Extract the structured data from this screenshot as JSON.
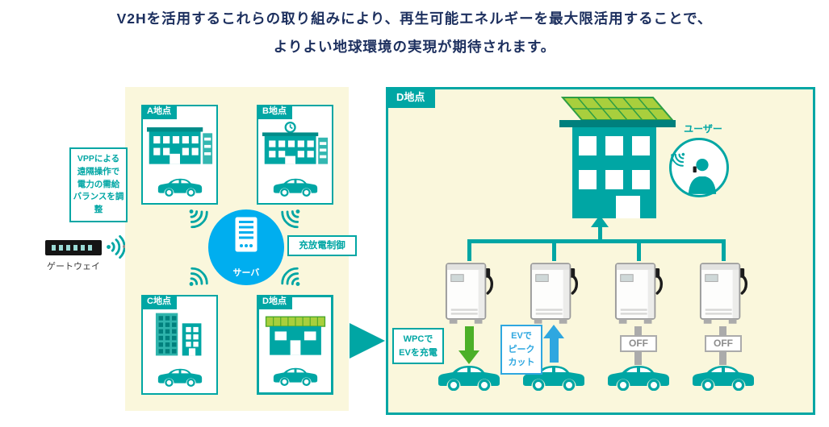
{
  "title": {
    "line1": "V2Hを活用するこれらの取り組みにより、再生可能エネルギーを最大限活用することで、",
    "line2": "よりよい地球環境の実現が期待されます。"
  },
  "colors": {
    "teal": "#00A6A4",
    "panel_background": "#FAF7DC",
    "title_navy": "#1C2F5E",
    "server_blue": "#00AEEF",
    "charge_green": "#4CB028",
    "discharge_blue": "#2EA7E0",
    "off_gray": "#ABABAB",
    "solar_green": "#A8CF3D"
  },
  "left_side": {
    "vpp_note": "VPPによる\n遠隔操作で\n電力の需給\nバランスを調整",
    "gateway_label": "ゲートウェイ"
  },
  "left_panel": {
    "locations": [
      {
        "label": "A地点"
      },
      {
        "label": "B地点"
      },
      {
        "label": "C地点"
      },
      {
        "label": "D地点"
      }
    ],
    "server_label": "サーバ",
    "control_label": "充放電制御"
  },
  "right_panel": {
    "label": "D地点",
    "user_label": "ユーザー",
    "charge_note": "WPCで\nEVを充電",
    "peak_cut_note": "EVで\nピーク\nカット",
    "off_labels": [
      "OFF",
      "OFF"
    ]
  }
}
